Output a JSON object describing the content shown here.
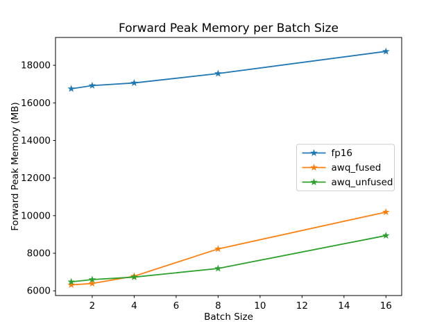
{
  "chart_data": {
    "type": "line",
    "title": "Forward Peak Memory per Batch Size",
    "xlabel": "Batch Size",
    "ylabel": "Forward Peak Memory (MB)",
    "x": [
      1,
      2,
      4,
      8,
      16
    ],
    "series": [
      {
        "name": "fp16",
        "color": "#1f77b4",
        "values": [
          16750,
          16920,
          17060,
          17560,
          18740
        ]
      },
      {
        "name": "awq_fused",
        "color": "#ff7f0e",
        "values": [
          6320,
          6390,
          6780,
          8230,
          10190
        ]
      },
      {
        "name": "awq_unfused",
        "color": "#2ca02c",
        "values": [
          6480,
          6600,
          6730,
          7190,
          8940
        ]
      }
    ],
    "xticks": [
      2,
      4,
      6,
      8,
      10,
      12,
      14,
      16
    ],
    "yticks": [
      6000,
      8000,
      10000,
      12000,
      14000,
      16000,
      18000
    ],
    "xlim": [
      0.25,
      16.75
    ],
    "ylim": [
      5750,
      19480
    ],
    "marker": "star",
    "grid": false,
    "background": "#ffffff",
    "spine_color": "#000000",
    "legend": {
      "position": "center right",
      "entries": [
        "fp16",
        "awq_fused",
        "awq_unfused"
      ]
    }
  }
}
